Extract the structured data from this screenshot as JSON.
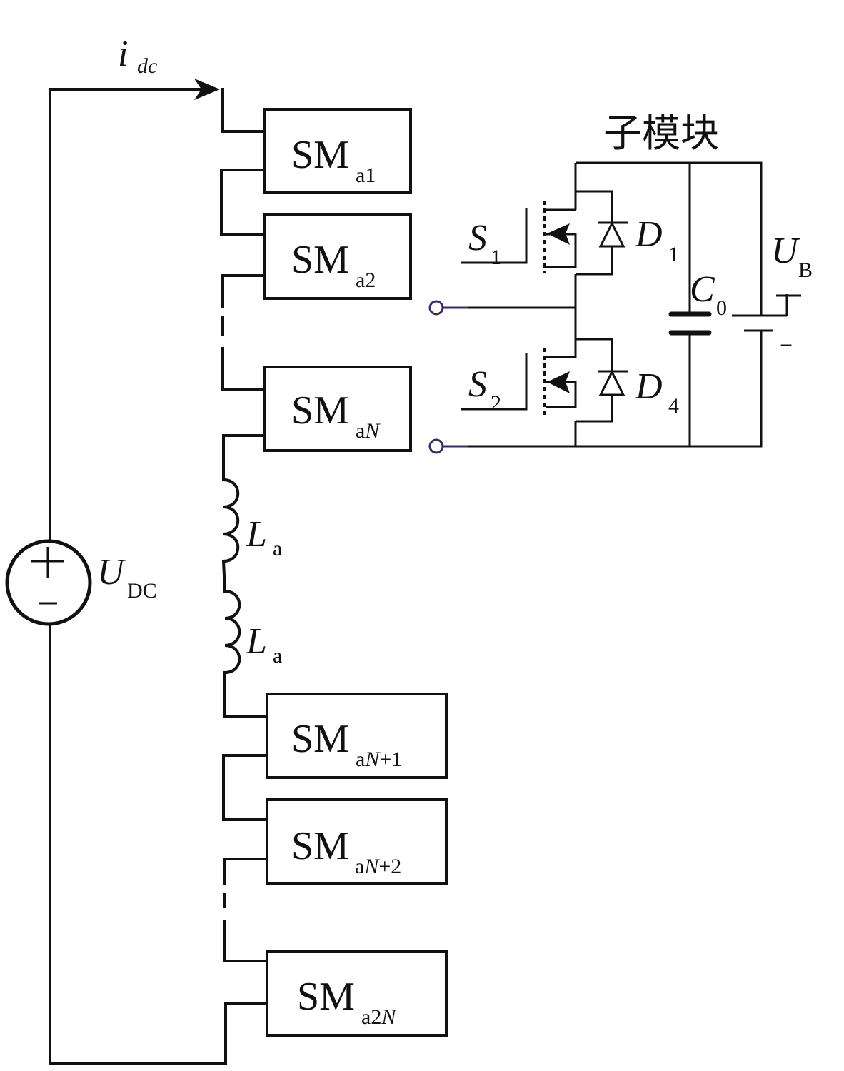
{
  "current_label": {
    "main": "i",
    "sub": "dc"
  },
  "source_label": {
    "main": "U",
    "sub": "DC",
    "plus": "+",
    "minus": "−"
  },
  "inductors": [
    {
      "main": "L",
      "sub": "a"
    },
    {
      "main": "L",
      "sub": "a"
    }
  ],
  "upper_arm": [
    {
      "main": "SM",
      "sub": "a1"
    },
    {
      "main": "SM",
      "sub": "a2"
    },
    {
      "main": "SM",
      "sub_pre": "a",
      "sub_it": "N",
      "sub_post": ""
    }
  ],
  "lower_arm": [
    {
      "main": "SM",
      "sub_pre": "a",
      "sub_it": "N",
      "sub_post": "+1"
    },
    {
      "main": "SM",
      "sub_pre": "a",
      "sub_it": "N",
      "sub_post": "+2"
    },
    {
      "main": "SM",
      "sub_pre": "a2",
      "sub_it": "N",
      "sub_post": ""
    }
  ],
  "submodule": {
    "title": "子模块",
    "switches": [
      {
        "main": "S",
        "sub": "1"
      },
      {
        "main": "S",
        "sub": "2"
      }
    ],
    "diodes": [
      {
        "main": "D",
        "sub": "1"
      },
      {
        "main": "D",
        "sub": "4"
      }
    ],
    "capacitor": {
      "main": "C",
      "sub": "0"
    },
    "battery": {
      "main": "U",
      "sub": "B",
      "plus": "+",
      "minus": "−"
    }
  },
  "colors": {
    "line": "#111111",
    "terminal": "#3a2a6a"
  }
}
